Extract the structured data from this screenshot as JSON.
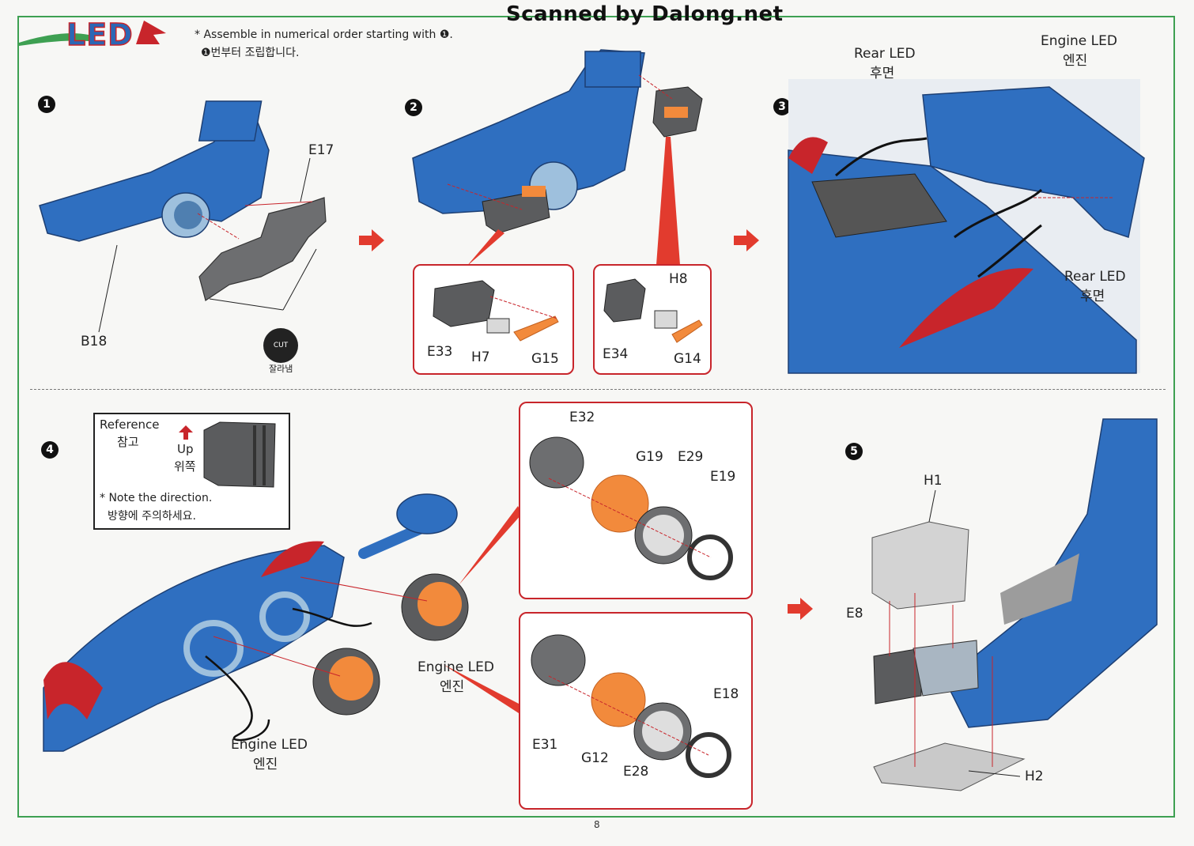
{
  "watermark": "Scanned by Dalong.net",
  "header": {
    "logo": "LED",
    "instruction_en": "* Assemble in numerical order starting with ❶.",
    "instruction_ko": "❶번부터 조립합니다."
  },
  "steps": {
    "s1": {
      "num": "1",
      "labels": {
        "e17": "E17",
        "b18": "B18"
      },
      "cut_en": "CUT",
      "cut_ko": "잘라냄"
    },
    "s2": {
      "num": "2",
      "left_callout": {
        "e33": "E33",
        "h7": "H7",
        "g15": "G15"
      },
      "right_callout": {
        "h8": "H8",
        "e34": "E34",
        "g14": "G14"
      }
    },
    "s3": {
      "num": "3",
      "rear_led_top": "Rear LED",
      "rear_led_top_ko": "후면",
      "engine_led": "Engine LED",
      "engine_led_ko": "엔진",
      "rear_led_bottom": "Rear LED",
      "rear_led_bottom_ko": "후면"
    },
    "s4": {
      "num": "4",
      "reference_en": "Reference",
      "reference_ko": "참고",
      "up_en": "Up",
      "up_ko": "위쪽",
      "note_en": "* Note the direction.",
      "note_ko": "방향에 주의하세요.",
      "engine_led_right": "Engine LED",
      "engine_led_right_ko": "엔진",
      "engine_led_left": "Engine LED",
      "engine_led_left_ko": "엔진",
      "top_callout": {
        "e32": "E32",
        "g19": "G19",
        "e29": "E29",
        "e19": "E19"
      },
      "bottom_callout": {
        "e18": "E18",
        "e31": "E31",
        "g12": "G12",
        "e28": "E28"
      }
    },
    "s5": {
      "num": "5",
      "h1": "H1",
      "e8": "E8",
      "h2": "H2"
    }
  },
  "page_number": "8",
  "colors": {
    "border": "#3ea052",
    "accent_red": "#c8252b",
    "part_blue": "#2b67b5",
    "part_gray": "#6d6e70",
    "part_orange": "#f28a3c"
  }
}
